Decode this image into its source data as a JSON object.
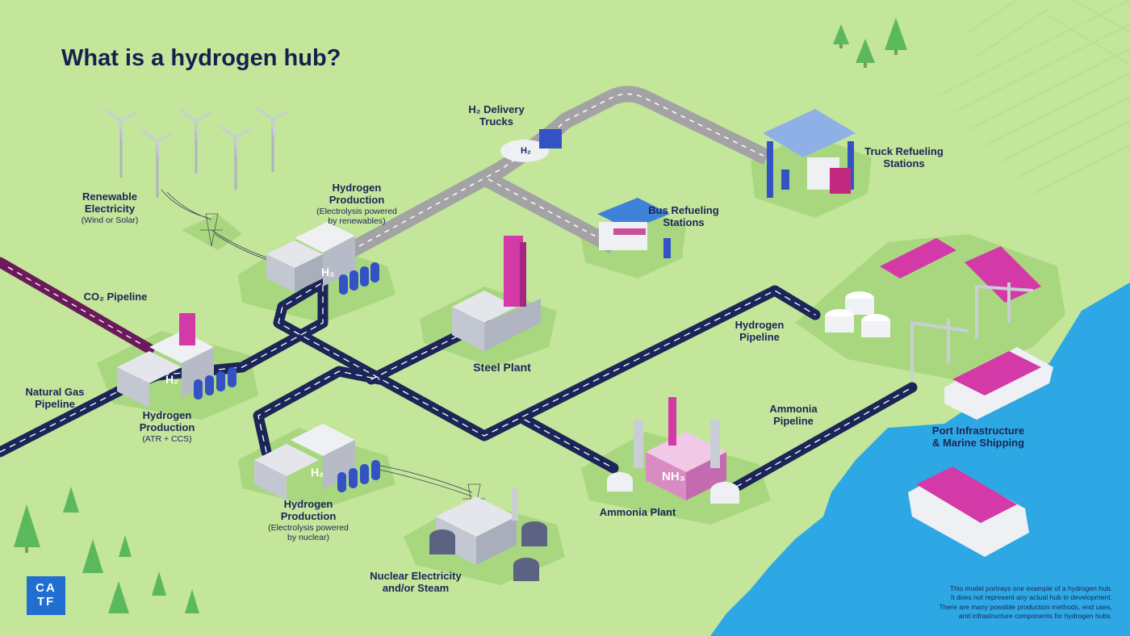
{
  "title": "What is a hydrogen hub?",
  "labels": {
    "renewable": {
      "title": "Renewable Electricity",
      "title_l1": "Renewable",
      "title_l2": "Electricity",
      "sub": "(Wind or Solar)"
    },
    "co2_pipeline": "CO₂ Pipeline",
    "natural_gas": {
      "l1": "Natural Gas",
      "l2": "Pipeline"
    },
    "h2_atr": {
      "l1": "Hydrogen",
      "l2": "Production",
      "sub": "(ATR + CCS)"
    },
    "h2_renew": {
      "l1": "Hydrogen",
      "l2": "Production",
      "sub1": "(Electrolysis powered",
      "sub2": "by renewables)"
    },
    "h2_nuclear": {
      "l1": "Hydrogen",
      "l2": "Production",
      "sub1": "(Electrolysis powered",
      "sub2": "by nuclear)"
    },
    "h2_trucks": {
      "l1": "H₂ Delivery",
      "l2": "Trucks"
    },
    "truck_refuel": {
      "l1": "Truck Refueling",
      "l2": "Stations"
    },
    "bus_refuel": {
      "l1": "Bus Refueling",
      "l2": "Stations"
    },
    "steel": "Steel Plant",
    "h2_pipeline": {
      "l1": "Hydrogen",
      "l2": "Pipeline"
    },
    "ammonia_pipeline": {
      "l1": "Ammonia",
      "l2": "Pipeline"
    },
    "ammonia_plant": "Ammonia Plant",
    "port": {
      "l1": "Port Infrastructure",
      "l2": "& Marine Shipping"
    },
    "nuclear": {
      "l1": "Nuclear Electricity",
      "l2": "and/or Steam"
    }
  },
  "building_marks": {
    "h2": "H₂",
    "nh3": "NH₃"
  },
  "disclaimer": [
    "This model portrays one example of a hydrogen hub.",
    "It does not represent any actual hub in development.",
    "There are many possible production methods, end uses,",
    "and infrastructure components for hydrogen hubs."
  ],
  "logo": {
    "l1": "CA",
    "l2": "TF"
  },
  "colors": {
    "land": "#c3e69a",
    "water": "#2ea8e4",
    "pipeline": "#1b2557",
    "co2_pipeline": "#6a1a5a",
    "road": "#a3a3a6",
    "magenta": "#d33aa8",
    "tree": "#5cb85c"
  }
}
